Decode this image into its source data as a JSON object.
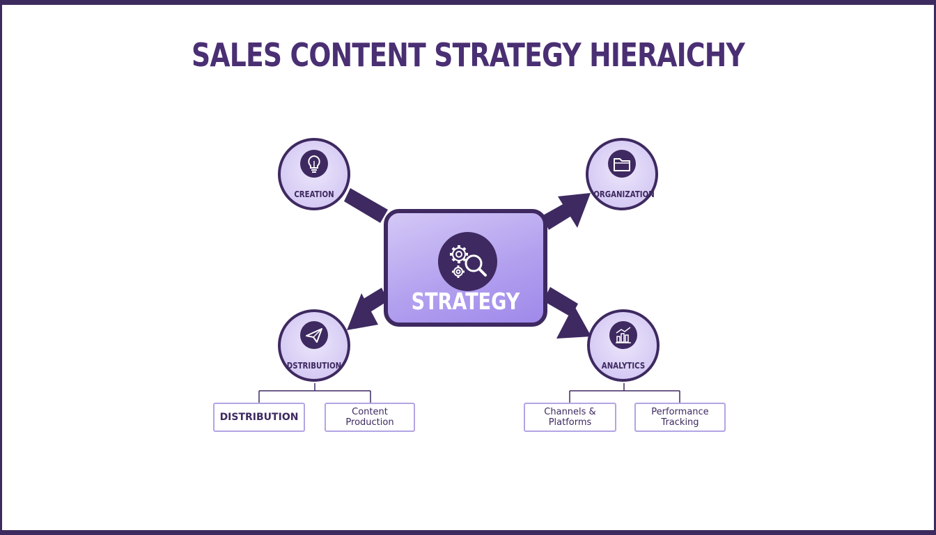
{
  "title": "SALES CONTENT STRATEGY HIERAICHY",
  "center": {
    "label": "STRATEGY",
    "icon": "gears-magnifier-icon"
  },
  "nodes": {
    "creation": {
      "label": "CREATION",
      "icon": "lightbulb-icon"
    },
    "organization": {
      "label": "ORGANIZATION",
      "icon": "folder-icon"
    },
    "distribution": {
      "label": "DSTRIBUTION",
      "icon": "paper-plane-icon"
    },
    "analytics": {
      "label": "ANALYTICS",
      "icon": "bar-chart-icon"
    }
  },
  "leaves": {
    "distribution_children": [
      {
        "lines": [
          "DISTRIBUTION"
        ]
      },
      {
        "lines": [
          "Content",
          "Production"
        ]
      }
    ],
    "analytics_children": [
      {
        "lines": [
          "Channels &",
          "Platforms"
        ]
      },
      {
        "lines": [
          "Performance",
          "Tracking"
        ]
      }
    ]
  },
  "colors": {
    "primary": "#3e2960",
    "title": "#4a2f73",
    "node_fill": "#d6cbf4",
    "center_fill": "#b3a1ef",
    "leaf_border": "#b3a4e3"
  }
}
